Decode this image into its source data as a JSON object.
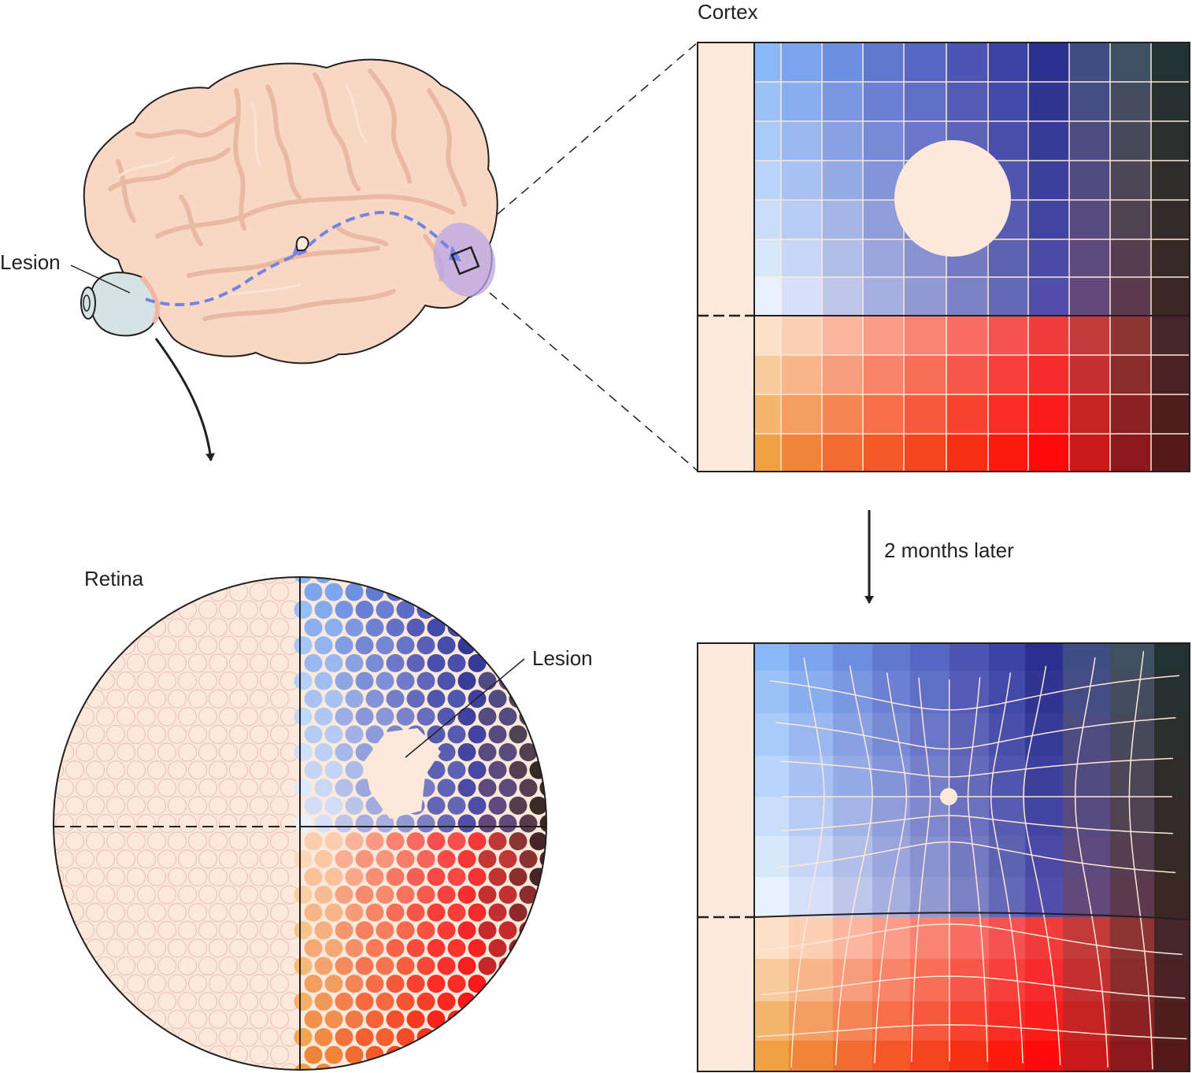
{
  "labels": {
    "cortex": "Cortex",
    "lesion_brain": "Lesion",
    "lesion_retina": "Lesion",
    "retina": "Retina",
    "months_later": "2 months later"
  },
  "colors": {
    "brain_fill": "#f8d7c4",
    "brain_stroke": "#231f20",
    "brain_sulcus": "#edbfa8",
    "background_tissue": "#fce9db",
    "tissue_circle_stroke": "#efc3b5",
    "pathway": "#7484e0",
    "visual_cortex_highlight": "#b9a6e6",
    "eye_fill": "#d6e3e4",
    "grid_line": "#fde8d8",
    "outline": "#231f20"
  },
  "palettes": {
    "upper_field_by_column": [
      "#8ab8f8",
      "#7aa4ee",
      "#6c8ee0",
      "#6078d0",
      "#5666c4",
      "#4c54b4",
      "#3a44a6",
      "#29308f",
      "#404e86",
      "#3e5162",
      "#233232"
    ],
    "upper_field_light_row": [
      "#e8f1fd",
      "#d6e0f8",
      "#bec7ea",
      "#a6afe0",
      "#9399d2",
      "#7c80c4",
      "#6568b6",
      "#504eaa",
      "#63487c",
      "#5a3a4c",
      "#3b2824"
    ],
    "lower_field_light_row": [
      "#fde0c8",
      "#fcd0b4",
      "#fbb6a0",
      "#fa9c88",
      "#f98474",
      "#f86c64",
      "#f75252",
      "#f23c3c",
      "#c23a3a",
      "#8c3434",
      "#46262a"
    ],
    "lower_field_dark_row": [
      "#f0a040",
      "#f08438",
      "#f06c30",
      "#f45828",
      "#f4441e",
      "#f62e14",
      "#fc1a10",
      "#fe0a0a",
      "#c81818",
      "#8c181c",
      "#541818"
    ]
  }
}
